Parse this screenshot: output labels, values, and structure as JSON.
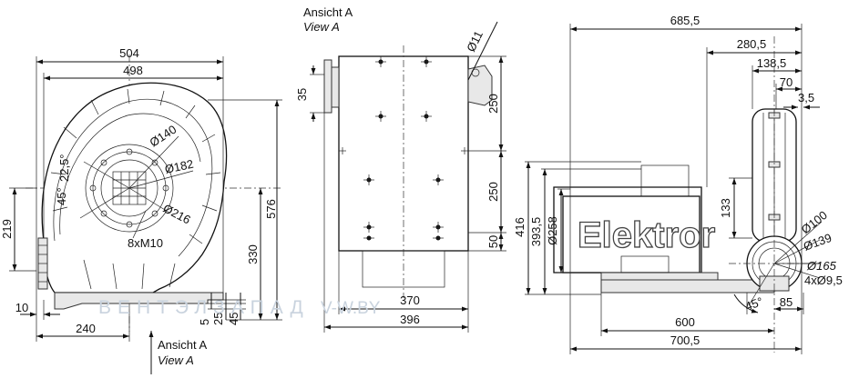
{
  "views": {
    "front": {
      "dims": {
        "w504": "504",
        "w498": "498",
        "d140": "Ø140",
        "d182": "Ø182",
        "d216": "Ø216",
        "a225": "22,5°",
        "a45": "45°",
        "bolts": "8xM10",
        "h576": "576",
        "h330": "330",
        "h219": "219",
        "w10": "10",
        "w240": "240",
        "h5": "5",
        "h25": "25",
        "h45": "45"
      }
    },
    "side": {
      "title": "Ansicht A",
      "subtitle": "View A",
      "dims": {
        "d11": "Ø11",
        "h35": "35",
        "h250a": "250",
        "h250b": "250",
        "h50": "50",
        "w370": "370",
        "w396": "396"
      }
    },
    "arrow_label": {
      "title": "Ansicht A",
      "subtitle": "View A"
    },
    "right": {
      "brand": "Elektror",
      "dims": {
        "w6855": "685,5",
        "w2805": "280,5",
        "w1385": "138,5",
        "w70": "70",
        "w35": "3,5",
        "h416": "416",
        "h3935": "393,5",
        "d258": "Ø258",
        "h133": "133",
        "d100": "Ø100",
        "d139": "Ø139",
        "d165": "Ø165",
        "holes": "4xØ9,5",
        "a45": "45°",
        "w85": "85",
        "w600": "600",
        "w7005": "700,5"
      }
    }
  },
  "watermark": {
    "brand": "ВЕНТЭЛЗАПАД",
    "domain": "V-W.BY"
  }
}
